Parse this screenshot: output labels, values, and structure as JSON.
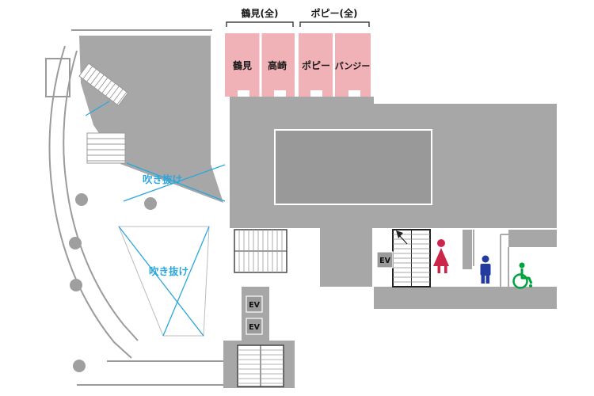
{
  "colors": {
    "room_pink": "#F0B2B6",
    "floor_gray": "#A7A7A7",
    "inner_gray": "#999999",
    "wall_gray": "#9B9B9B",
    "atrium_blue": "#2AA7DC",
    "womens_icon_red": "#CB2649",
    "mens_icon_blue": "#233B9E",
    "accessible_icon_green": "#00A23F"
  },
  "room_groups": [
    {
      "bracket_label": "鶴見(全)",
      "rooms": [
        {
          "name": "鶴見"
        },
        {
          "name": "高崎"
        }
      ]
    },
    {
      "bracket_label": "ポピー(全)",
      "rooms": [
        {
          "name": "ポピー"
        },
        {
          "name": "パンジー"
        }
      ]
    }
  ],
  "atriums": [
    {
      "label": "吹き抜け"
    },
    {
      "label": "吹き抜け"
    }
  ],
  "elevators": [
    {
      "label": "EV"
    },
    {
      "label": "EV"
    },
    {
      "label": "EV"
    }
  ],
  "facility_icons": [
    {
      "icon": "woman-icon"
    },
    {
      "icon": "man-icon"
    },
    {
      "icon": "wheelchair-icon"
    }
  ]
}
